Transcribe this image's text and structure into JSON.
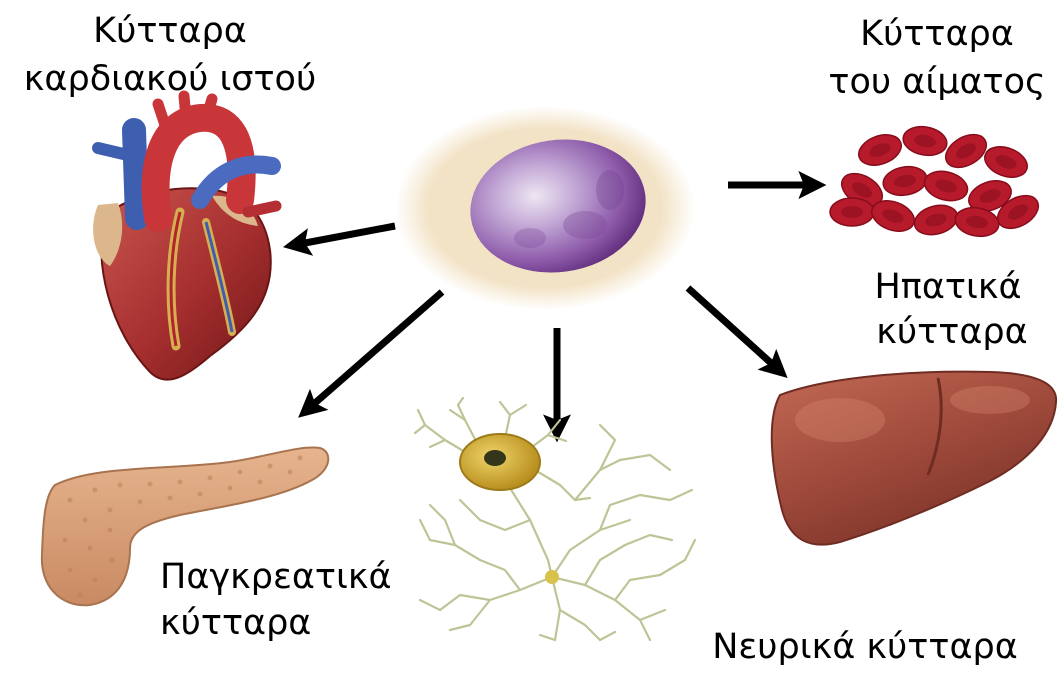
{
  "labels": {
    "heart_cells": {
      "line1": "Κύτταρα",
      "line2": "καρδιακού ιστού"
    },
    "blood_cells": {
      "line1": "Κύτταρα",
      "line2": "του αίματος"
    },
    "liver_cells": {
      "line1": "Ηπατικά",
      "line2": "κύτταρα"
    },
    "pancreatic_cells": {
      "line1": "Παγκρεατικά",
      "line2": "κύτταρα"
    },
    "nerve_cells": {
      "line1": "Νευρικά κύτταρα"
    }
  },
  "colors": {
    "text": "#000000",
    "arrow": "#000000",
    "stem_cell": "#8a5aa8",
    "blood_cell": "#b71a2b",
    "liver": "#9e4a3c",
    "pancreas": "#d9a27a",
    "neuron_soma": "#d4ae34"
  }
}
